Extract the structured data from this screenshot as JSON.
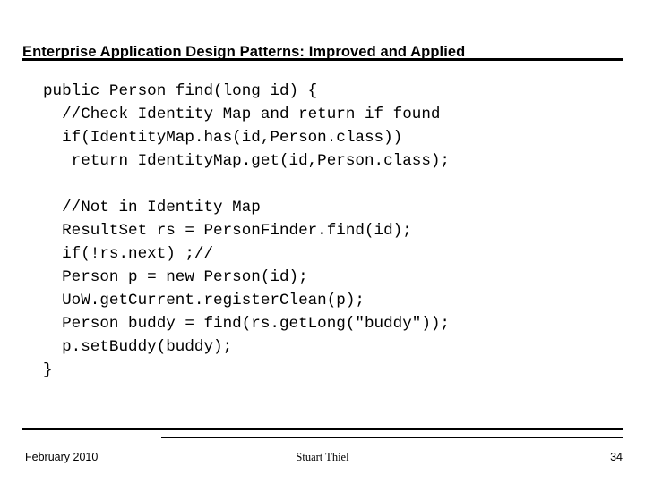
{
  "slide": {
    "title": "Enterprise Application Design Patterns: Improved and Applied",
    "background_color": "#ffffff",
    "text_color": "#000000"
  },
  "code": {
    "lines": [
      "public Person find(long id) {",
      "  //Check Identity Map and return if found",
      "  if(IdentityMap.has(id,Person.class))",
      "   return IdentityMap.get(id,Person.class);",
      "",
      "  //Not in Identity Map",
      "  ResultSet rs = PersonFinder.find(id);",
      "  if(!rs.next) ;//",
      "  Person p = new Person(id);",
      "  UoW.getCurrent.registerClean(p);",
      "  Person buddy = find(rs.getLong(\"buddy\"));",
      "  p.setBuddy(buddy);",
      "}"
    ]
  },
  "footer": {
    "date": "February 2010",
    "author": "Stuart Thiel",
    "page_number": "34"
  }
}
